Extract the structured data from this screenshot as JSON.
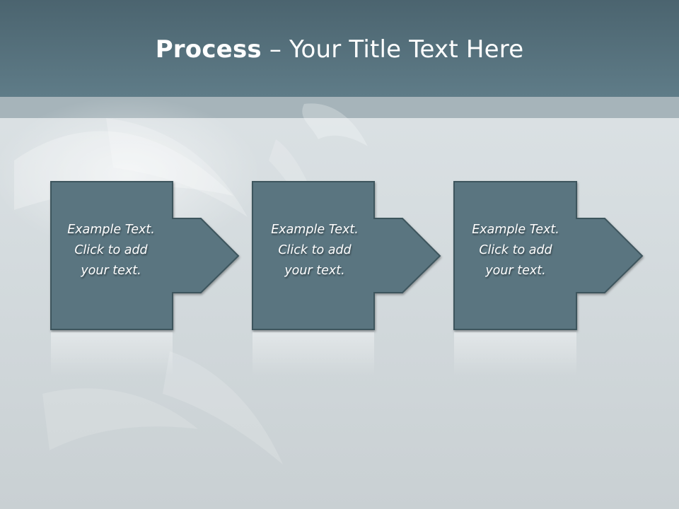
{
  "slide": {
    "title_bold": "Process",
    "title_rest": " – Your Title Text Here"
  },
  "steps": [
    {
      "line1": "Example Text.",
      "line2": "Click  to add",
      "line3": "your text."
    },
    {
      "line1": "Example Text.",
      "line2": "Click  to add",
      "line3": "your text."
    },
    {
      "line1": "Example Text.",
      "line2": "Click  to add",
      "line3": "your text."
    }
  ],
  "colors": {
    "header": "#56707b",
    "box_fill": "#5a7580",
    "box_stroke": "#3e545d",
    "text": "#ffffff"
  }
}
